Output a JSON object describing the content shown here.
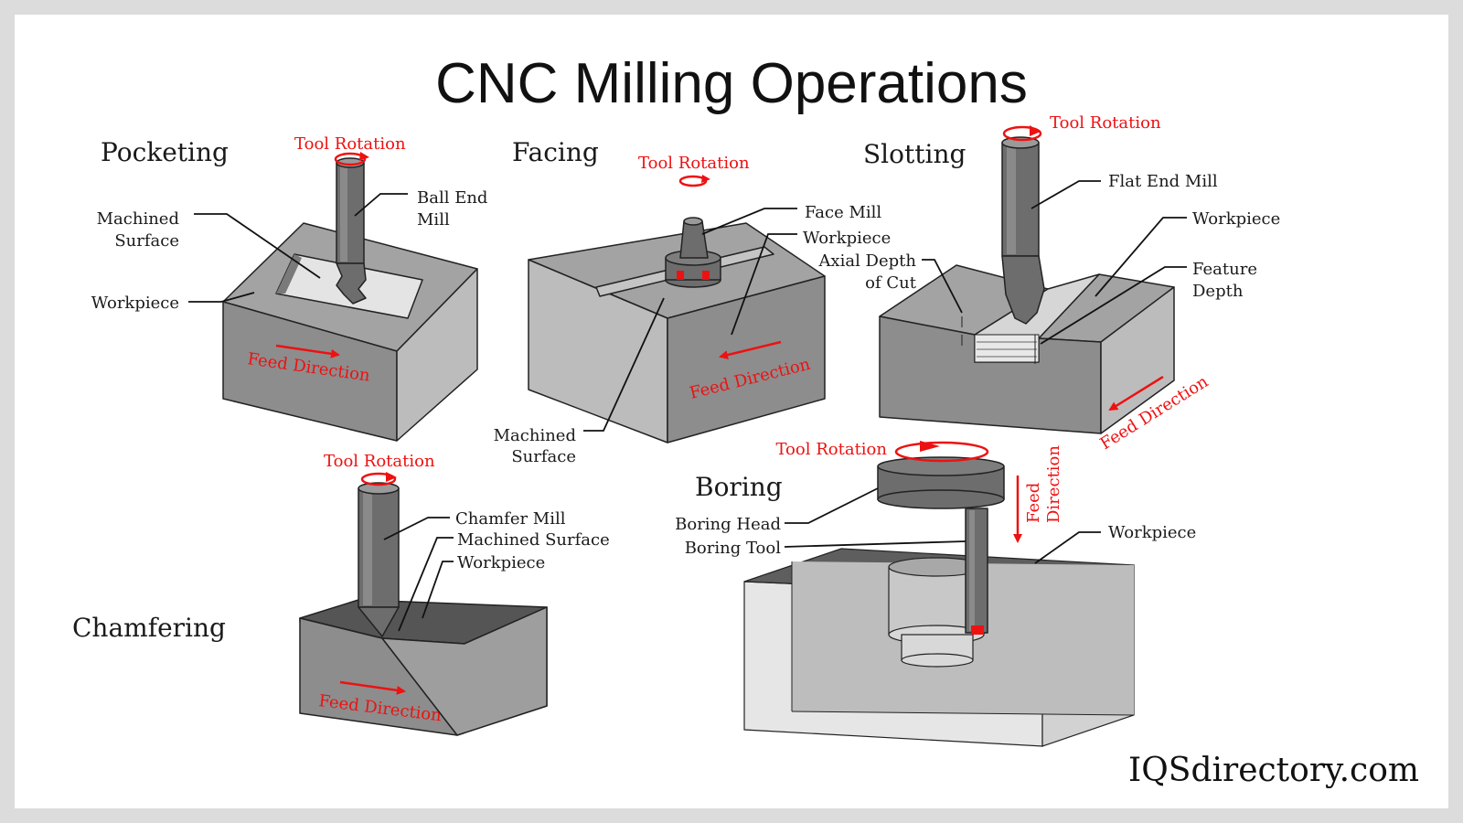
{
  "title": "CNC Milling Operations",
  "brand": "IQSdirectory.com",
  "sections": {
    "pocketing": {
      "name": "Pocketing",
      "tool_rotation": "Tool Rotation",
      "tool_lines": [
        "Ball End",
        "Mill"
      ],
      "surface_lines": [
        "Machined",
        "Surface"
      ],
      "workpiece": "Workpiece",
      "feed": "Feed Direction"
    },
    "facing": {
      "name": "Facing",
      "tool_rotation": "Tool Rotation",
      "tool": "Face Mill",
      "workpiece": "Workpiece",
      "surface_lines": [
        "Machined",
        "Surface"
      ],
      "feed": "Feed Direction"
    },
    "slotting": {
      "name": "Slotting",
      "tool_rotation": "Tool Rotation",
      "tool": "Flat End Mill",
      "workpiece": "Workpiece",
      "axial_lines": [
        "Axial Depth",
        "of Cut"
      ],
      "feature_lines": [
        "Feature",
        "Depth"
      ],
      "feed": "Feed Direction"
    },
    "chamfering": {
      "name": "Chamfering",
      "tool_rotation": "Tool Rotation",
      "tool": "Chamfer Mill",
      "surface": "Machined Surface",
      "workpiece": "Workpiece",
      "feed": "Feed Direction"
    },
    "boring": {
      "name": "Boring",
      "tool_rotation": "Tool Rotation",
      "head": "Boring Head",
      "tool": "Boring Tool",
      "workpiece": "Workpiece",
      "feed_lines": [
        "Feed",
        "Direction"
      ]
    }
  },
  "colors": {
    "accent": "#ee1111",
    "block_top": "#a3a3a3",
    "block_front": "#8d8d8d",
    "block_side": "#bcbcbc",
    "tool": "#6d6d6d"
  },
  "icons": [
    "rotation-arrow-icon",
    "feed-arrow-icon"
  ]
}
